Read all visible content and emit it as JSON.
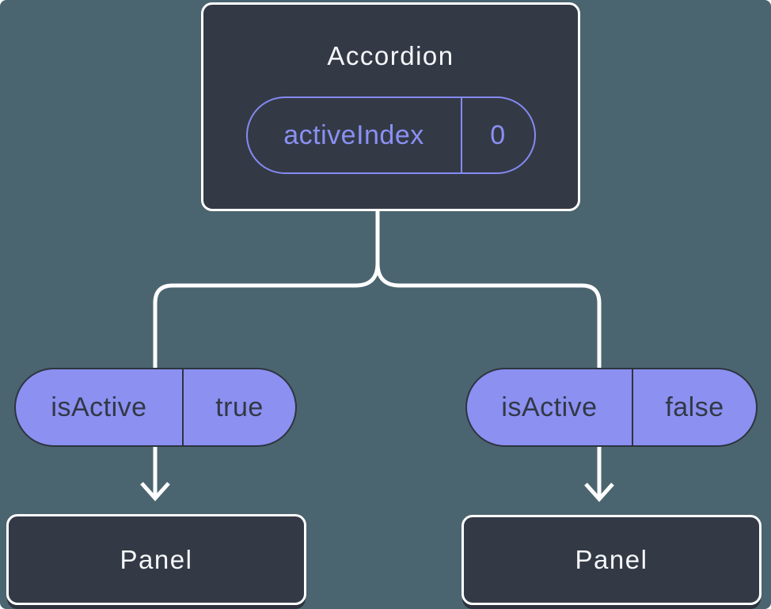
{
  "diagram": {
    "description": "Component tree showing state passed down as props",
    "root": {
      "title": "Accordion",
      "state": {
        "name": "activeIndex",
        "value": "0"
      }
    },
    "branches": [
      {
        "prop": {
          "name": "isActive",
          "value": "true"
        },
        "child": {
          "title": "Panel"
        }
      },
      {
        "prop": {
          "name": "isActive",
          "value": "false"
        },
        "child": {
          "title": "Panel"
        }
      }
    ]
  },
  "colors": {
    "canvas_background": "#4b6570",
    "node_background": "#333a46",
    "node_border": "#ffffff",
    "node_text": "#f6f7f9",
    "state_pill_accent": "#858af2",
    "prop_pill_fill": "#8b90f1",
    "prop_pill_text": "#323845",
    "prop_pill_outline": "#2e3440",
    "connector_line": "#ffffff"
  }
}
